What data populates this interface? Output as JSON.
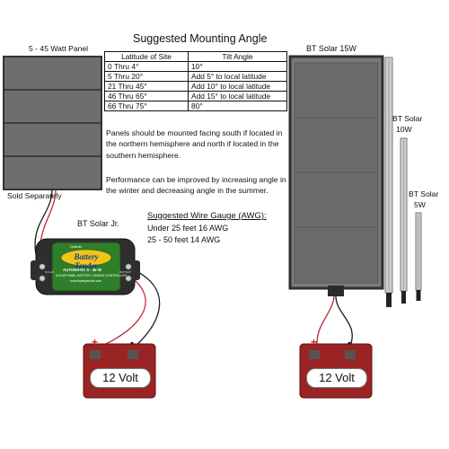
{
  "left_panel": {
    "label": "5 - 45 Watt Panel",
    "note": "Sold Separately"
  },
  "mounting": {
    "title": "Suggested Mounting Angle",
    "headers": [
      "Latitude of Site",
      "Tilt Angle"
    ],
    "rows": [
      [
        "0 Thru 4°",
        "10°"
      ],
      [
        "5 Thru 20°",
        "Add 5° to local latitude"
      ],
      [
        "21 Thru 45°",
        "Add 10° to local latitude"
      ],
      [
        "46 Thru 65°",
        "Add 15° to local latitude"
      ],
      [
        "66 Thru 75°",
        "80°"
      ]
    ],
    "note1": "Panels should be mounted facing south if located in the northern hemisphere and north if located in the southern hemisphere.",
    "note2": "Performance can be improved by increasing angle in the winter and decreasing angle in the summer."
  },
  "controller": {
    "label": "BT Solar Jr.",
    "brand": "Deltran",
    "logo": "Battery Tender",
    "line1": "AUTOMATIC  5 - 45 W",
    "line2": "SOLAR PANEL BATTERY CHARGE CONTROLLER",
    "line3": "www.batterytender.com",
    "port_left": "SOLAR",
    "port_right": "BATTERY"
  },
  "wire_gauge": {
    "title": "Suggested Wire Gauge (AWG):",
    "line1": "Under 25 feet 16 AWG",
    "line2": "25 - 50 feet 14 AWG"
  },
  "batteries": {
    "left": {
      "label": "12 Volt",
      "plus": "+",
      "minus": "-"
    },
    "right": {
      "label": "12 Volt",
      "plus": "+",
      "minus": "-"
    }
  },
  "right_panels": {
    "large": "BT Solar 15W",
    "medium_line1": "BT Solar",
    "medium_line2": "10W",
    "small_line1": "BT Solar",
    "small_line2": "5W"
  },
  "colors": {
    "panel_fill": "#6e6e6e",
    "panel_border": "#333333",
    "controller_green": "#2f7f2a",
    "battery_red": "#9a2323",
    "wire_red": "#c0272d",
    "wire_black": "#1a1a1a"
  }
}
